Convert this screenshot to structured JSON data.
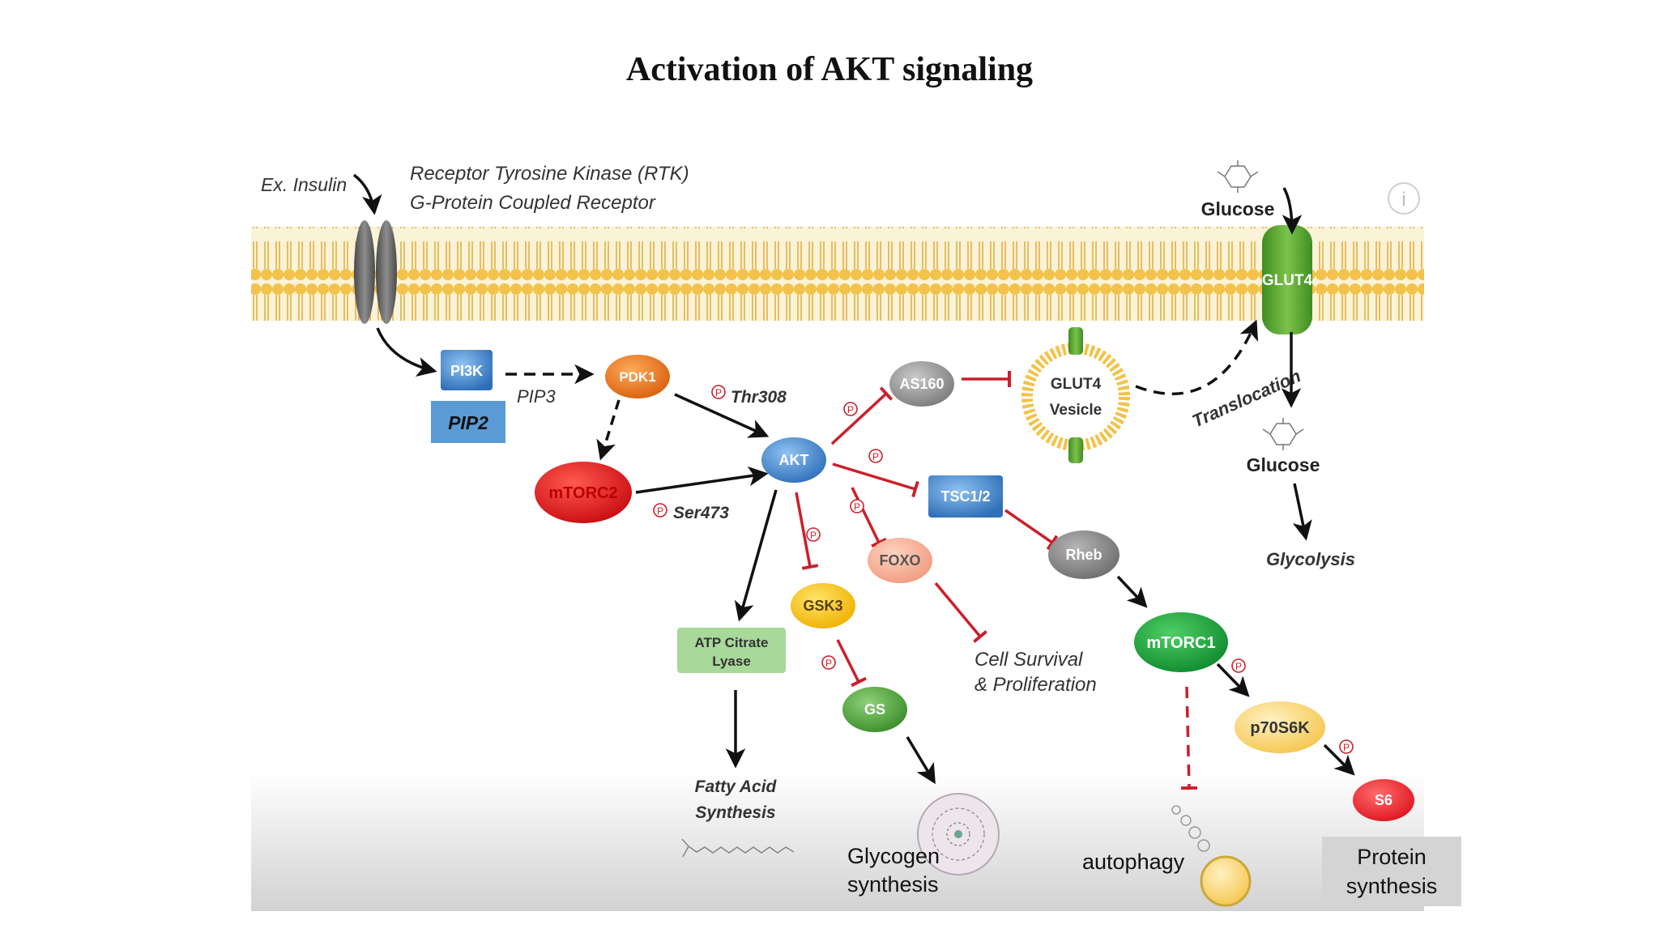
{
  "title": "Activation of AKT signaling",
  "labels": {
    "insulin": "Ex. Insulin",
    "receptor_line1": "Receptor Tyrosine Kinase (RTK)",
    "receptor_line2": "G-Protein Coupled Receptor",
    "glucose_top": "Glucose",
    "glucose_bottom": "Glucose",
    "glycolysis": "Glycolysis",
    "pip3": "PIP3",
    "thr308": "Thr308",
    "ser473": "Ser473",
    "translocation": "Translocation",
    "cell_survival_line1": "Cell Survival",
    "cell_survival_line2": "& Proliferation",
    "fatty_acid_line1": "Fatty Acid",
    "fatty_acid_line2": "Synthesis",
    "glycogen_line1": "Glycogen",
    "glycogen_line2": "synthesis",
    "autophagy": "autophagy",
    "protein_line1": "Protein",
    "protein_line2": "synthesis",
    "phospho_mark": "P"
  },
  "nodes": {
    "pi3k": "PI3K",
    "pip2": "PIP2",
    "pdk1": "PDK1",
    "mtorc2": "mTORC2",
    "akt": "AKT",
    "as160": "AS160",
    "glut4_vesicle_line1": "GLUT4",
    "glut4_vesicle_line2": "Vesicle",
    "glut4": "GLUT4",
    "tsc12": "TSC1/2",
    "rheb": "Rheb",
    "foxo": "FOXO",
    "gsk3": "GSK3",
    "gs": "GS",
    "atp_line1": "ATP Citrate",
    "atp_line2": "Lyase",
    "mtorc1": "mTORC1",
    "p70s6k": "p70S6K",
    "s6": "S6"
  },
  "colors": {
    "activation_arrow": "#111111",
    "inhibition_arrow": "#cc1f2a",
    "membrane": "#f2c24a",
    "akt": "#4a8fd6",
    "mtorc2": "#e0161a",
    "pdk1": "#e8741a",
    "mtorc1": "#1a9a3a",
    "s6": "#e41e24"
  },
  "icons": [
    "info-icon",
    "glucose-icon",
    "glycogen-icon",
    "fatty-acid-icon",
    "autophagosome-icon"
  ]
}
